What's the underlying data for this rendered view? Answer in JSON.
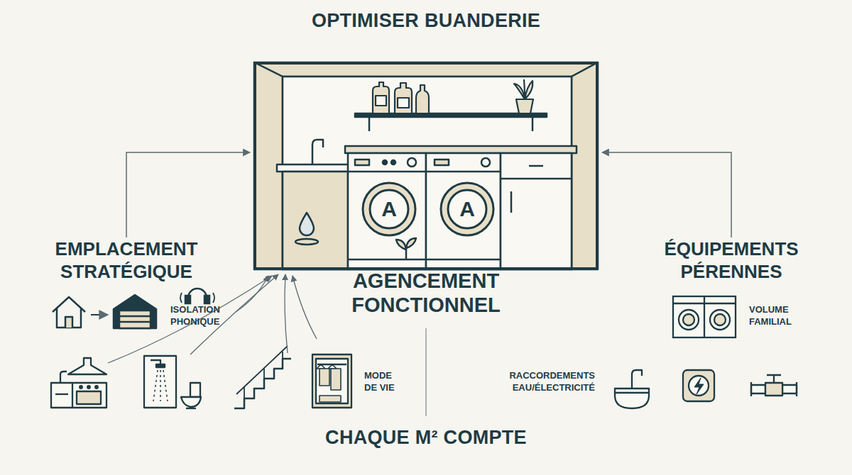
{
  "diagram": {
    "title": "OPTIMISER BUANDERIE",
    "caption": "CHAQUE M² COMPTE",
    "nodes": [
      {
        "text": [
          "AGENCEMENT FONCTIONNEL"
        ]
      },
      {
        "text": [
          "A"
        ],
        "in": 0
      },
      {
        "text": [
          "A"
        ],
        "in": 0
      },
      {
        "text": [
          "EMPLACEMENT STRATÉGIQUE"
        ]
      },
      {
        "text": [
          "ÉQUIPEMENTS PÉRENNES"
        ]
      }
    ],
    "edges": [
      {
        "from": 3,
        "to": 0,
        "arrow": "to"
      },
      {
        "from": 4,
        "to": 0,
        "arrow": "to"
      }
    ],
    "labels": [
      "ISOLATION PHONIQUE",
      "MODE DE VIE",
      "VOLUME FAMILIAL",
      "RACCORDEMENTS EAU/ÉLECTRICITÉ"
    ]
  }
}
